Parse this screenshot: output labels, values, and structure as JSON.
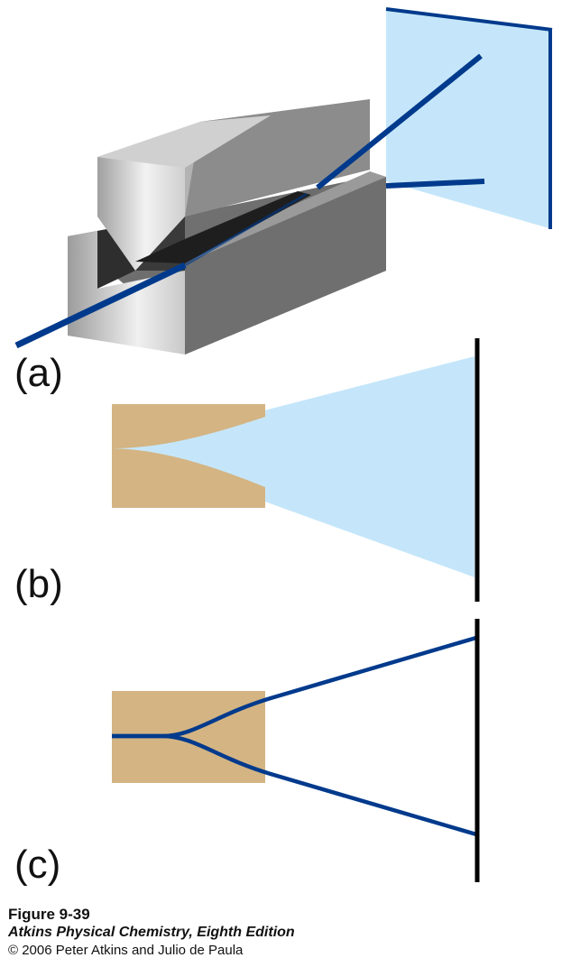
{
  "panels": {
    "a": "(a)",
    "b": "(b)",
    "c": "(c)"
  },
  "caption": {
    "figure": "Figure 9-39",
    "book": "Atkins Physical Chemistry, Eighth Edition",
    "copyright": "© 2006 Peter Atkins and Julio de Paula"
  },
  "colors": {
    "beam": "#003a8c",
    "detector_plane": "#c5e6fa",
    "magnet_face": "#d4b483",
    "screen": "#000000",
    "magnet_gray": "#8a8a8a"
  }
}
